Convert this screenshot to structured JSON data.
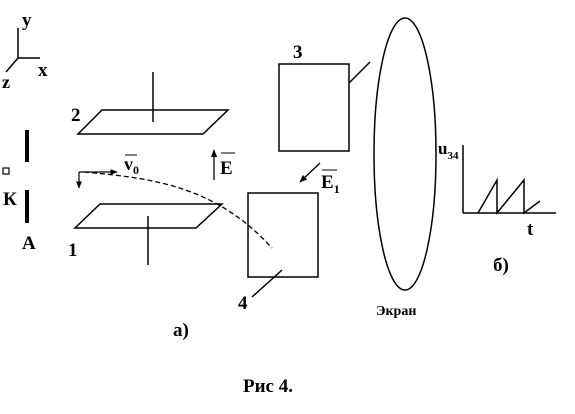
{
  "labels": {
    "axis_y": "y",
    "axis_x": "x",
    "axis_z": "z",
    "plate2": "2",
    "plate1": "1",
    "cathode": "К",
    "anode": "А",
    "velocity": "v",
    "velocity_sub": "0",
    "field_e": "E",
    "field_e1": "E",
    "field_e1_sub": "1",
    "plate3": "3",
    "plate4": "4",
    "screen": "Экран",
    "voltage": "u",
    "voltage_sub": "34",
    "time_axis": "t",
    "part_a": "а)",
    "part_b": "б)",
    "caption": "Рис 4."
  }
}
